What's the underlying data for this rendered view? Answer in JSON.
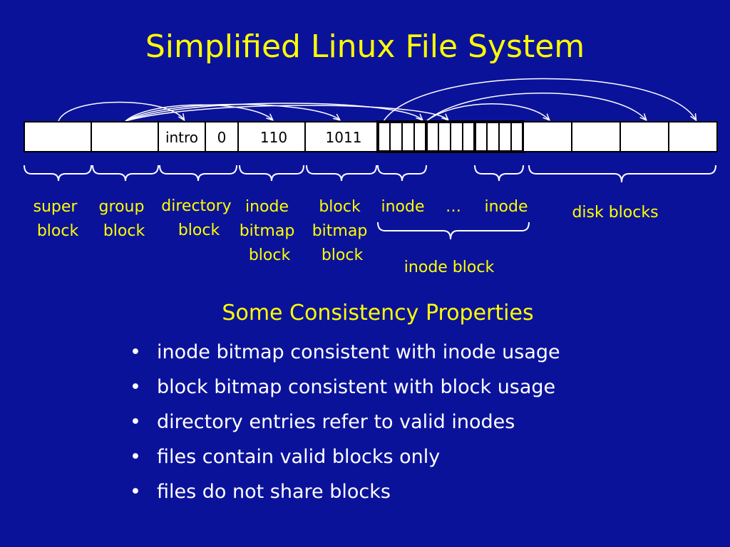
{
  "slide": {
    "title": "Simplified Linux File System",
    "colors": {
      "background": "#0b129a",
      "accent": "#ffff00",
      "text": "#ffffff",
      "cell_fill": "#ffffff"
    }
  },
  "diagram": {
    "cells": {
      "intro": "intro",
      "zero": "0",
      "inode_bitmap": "110",
      "block_bitmap": "1011"
    },
    "labels": {
      "super_block": [
        "super",
        "block"
      ],
      "group_block": [
        "group",
        "block"
      ],
      "directory_block": [
        "directory",
        "block"
      ],
      "inode_bitmap_block": [
        "inode",
        "bitmap",
        "block"
      ],
      "block_bitmap_block": [
        "block",
        "bitmap",
        "block"
      ],
      "inode_first": "inode",
      "ellipsis": "…",
      "inode_last": "inode",
      "disk_blocks": "disk blocks",
      "inode_block": "inode block"
    }
  },
  "properties": {
    "heading": "Some Consistency Properties",
    "bullet_glyph": "•",
    "items": [
      "inode bitmap consistent with inode usage",
      "block bitmap consistent with block usage",
      "directory entries refer to valid inodes",
      "files contain valid blocks only",
      "files do not share blocks"
    ]
  }
}
